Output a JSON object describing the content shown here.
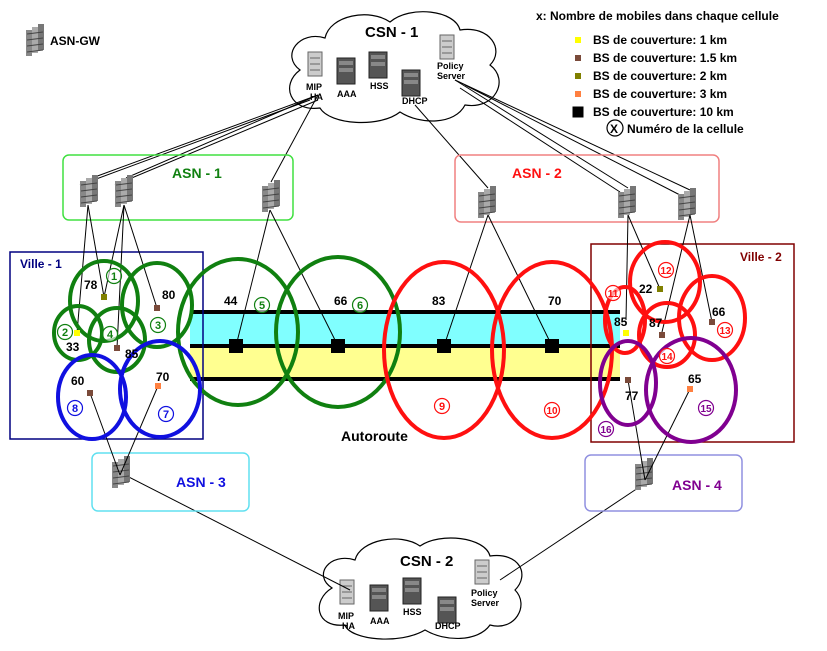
{
  "legend": {
    "title": "x: Nombre de mobiles dans chaque cellule",
    "items": [
      {
        "label": "BS de couverture: 1 km",
        "color": "#ffff00"
      },
      {
        "label": "BS de couverture: 1.5 km",
        "color": "#7a4a3a"
      },
      {
        "label": "BS de couverture: 2 km",
        "color": "#808000"
      },
      {
        "label": "BS de couverture: 3 km",
        "color": "#ff8040"
      },
      {
        "label": "BS de couverture: 10 km",
        "color": "#000000"
      }
    ],
    "cell_marker": "X",
    "cell_label": "Numéro de la cellule"
  },
  "asngw_label": "ASN-GW",
  "csn1": {
    "title": "CSN - 1",
    "servers": [
      "MIP\nHA",
      "AAA",
      "HSS",
      "DHCP",
      "Policy\nServer"
    ]
  },
  "csn2": {
    "title": "CSN - 2",
    "servers": [
      "MIP\nHA",
      "AAA",
      "HSS",
      "DHCP",
      "Policy\nServer"
    ]
  },
  "asn": [
    "ASN - 1",
    "ASN - 2",
    "ASN - 3",
    "ASN - 4"
  ],
  "cities": [
    "Ville - 1",
    "Ville - 2"
  ],
  "highway": "Autoroute",
  "cells": [
    {
      "num": "1",
      "count": "78"
    },
    {
      "num": "2",
      "count": "33"
    },
    {
      "num": "3",
      "count": "80"
    },
    {
      "num": "4",
      "count": "85"
    },
    {
      "num": "5",
      "count": "44"
    },
    {
      "num": "6",
      "count": "66"
    },
    {
      "num": "7",
      "count": "70"
    },
    {
      "num": "8",
      "count": "60"
    },
    {
      "num": "9",
      "count": "83"
    },
    {
      "num": "10",
      "count": "70"
    },
    {
      "num": "11",
      "count": "85"
    },
    {
      "num": "12",
      "count": "22"
    },
    {
      "num": "13",
      "count": "66"
    },
    {
      "num": "14",
      "count": "87"
    },
    {
      "num": "15",
      "count": "65"
    },
    {
      "num": "16",
      "count": "77"
    }
  ],
  "colors": {
    "green": "#108010",
    "blue": "#1010e0",
    "red": "#ff1010",
    "purple": "#800090",
    "cyan_band": "#80ffff",
    "yellow_band": "#ffff90",
    "asn1_box": "#40e040",
    "asn2_box": "#f08080",
    "asn3_box": "#60e0f0",
    "asn4_box": "#9090e0",
    "ville1_box": "#000080",
    "ville2_box": "#800000"
  }
}
